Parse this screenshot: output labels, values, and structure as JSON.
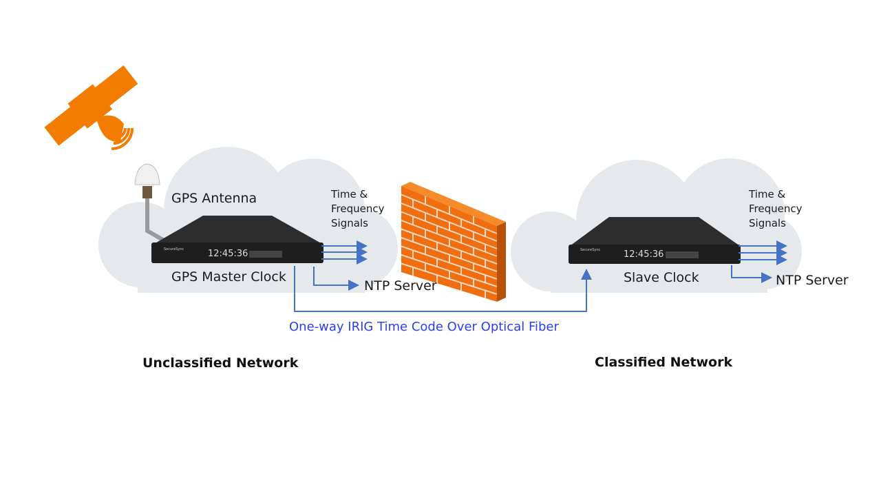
{
  "colors": {
    "accent_orange": "#f27c00",
    "cloud": "#e6e9ec",
    "arrow_blue": "#4472c4",
    "fiber_text": "#2b3ef0",
    "device": "#2a2a2a"
  },
  "icons": {
    "satellite": "satellite-icon",
    "firewall": "brick-wall-icon",
    "antenna": "gps-antenna-icon"
  },
  "left": {
    "antenna_label": "GPS Antenna",
    "clock_label": "GPS Master Clock",
    "signals_label": [
      "Time &",
      "Frequency",
      "Signals"
    ],
    "ntp_label": "NTP Server",
    "network_label": "Unclassified Network"
  },
  "right": {
    "clock_label": "Slave Clock",
    "signals_label": [
      "Time &",
      "Frequency",
      "Signals"
    ],
    "ntp_label": "NTP Server",
    "network_label": "Classified Network"
  },
  "device": {
    "brand": "SecureSync",
    "display_time": "12:45:36"
  },
  "link_label": "One-way IRIG Time Code Over Optical Fiber"
}
